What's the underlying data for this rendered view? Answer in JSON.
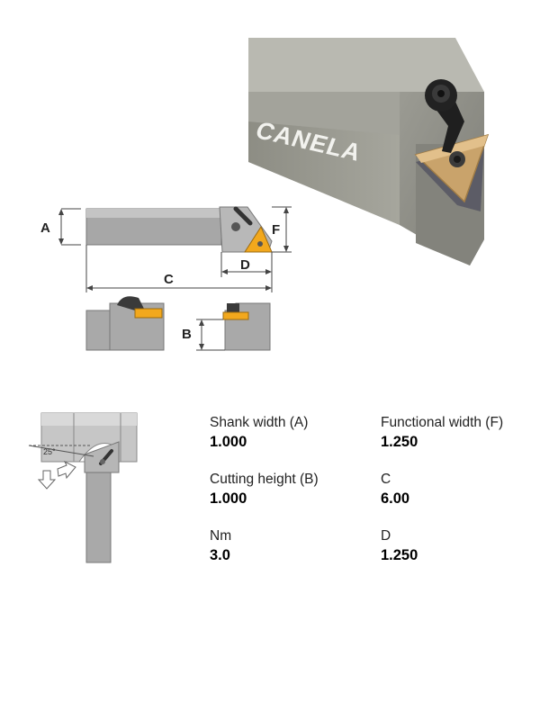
{
  "product_photo": {
    "brand": "CANELA"
  },
  "dimension_diagram": {
    "label_a": "A",
    "label_b": "B",
    "label_c": "C",
    "label_d": "D",
    "label_f": "F"
  },
  "angle_diagram": {
    "angle_label": "25°"
  },
  "specs": [
    {
      "label": "Shank width (A)",
      "value": "1.000"
    },
    {
      "label": "Functional width (F)",
      "value": "1.250"
    },
    {
      "label": "Cutting height (B)",
      "value": "1.000"
    },
    {
      "label": "C",
      "value": "6.00"
    },
    {
      "label": "Nm",
      "value": "3.0"
    },
    {
      "label": "D",
      "value": "1.250"
    }
  ]
}
